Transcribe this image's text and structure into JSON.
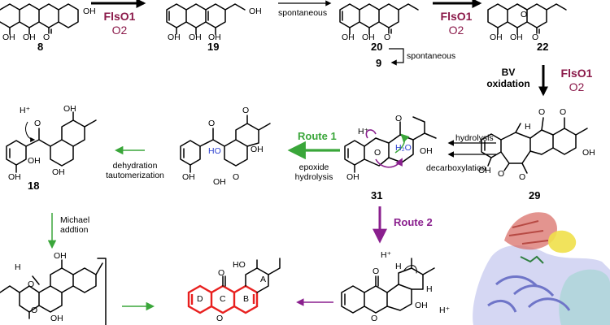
{
  "compounds": {
    "c8": "8",
    "c19": "19",
    "c20": "20",
    "c9": "9",
    "c22": "22",
    "c29": "29",
    "c31": "31",
    "c18": "18"
  },
  "enzymes": {
    "flso1_a": "FlsO1",
    "o2_a": "O2",
    "flso1_b": "FlsO1",
    "o2_b": "O2",
    "flso1_c": "FlsO1",
    "o2_c": "O2"
  },
  "steps": {
    "spontaneous_1": "spontaneous",
    "spontaneous_2": "spontaneous",
    "bv_line1": "BV",
    "bv_line2": "oxidation",
    "hydrolysis": "hydrolysis",
    "decarboxylation": "decarboxylation",
    "route1": "Route 1",
    "route2": "Route 2",
    "epoxide_line1": "epoxide",
    "epoxide_line2": "hydrolysis",
    "dehydration_line1": "dehydration",
    "dehydration_line2": "tautomerization",
    "michael_line1": "Michael",
    "michael_line2": "addtion"
  },
  "atoms": {
    "oh": "OH",
    "o": "O",
    "ho": "HO",
    "h": "H",
    "hplus": "H⁺",
    "h2o": "H₂O"
  },
  "rings": {
    "a": "A",
    "b": "B",
    "c": "C",
    "d": "D"
  },
  "colors": {
    "enzyme": "#8b1a4a",
    "route1": "#3aa63a",
    "route2": "#8a1f8e",
    "highlight": "#e8201f",
    "protein_blue": "#9ea3e0",
    "protein_red": "#d9706a",
    "protein_yellow": "#efe04a",
    "protein_teal": "#9fd6cf"
  }
}
